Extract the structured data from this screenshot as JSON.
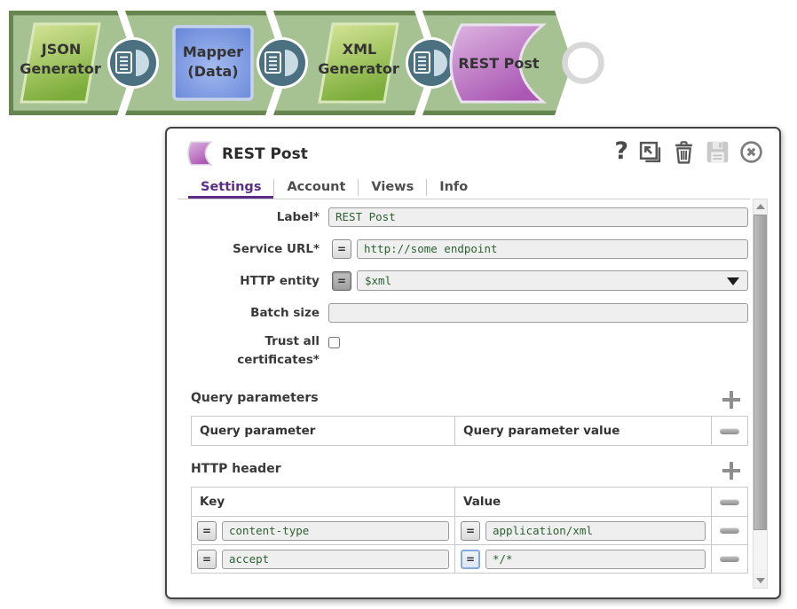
{
  "colors": {
    "accent_purple": "#5b2d84",
    "band_green": "#a6c192",
    "snap_green": "#7cad3a",
    "snap_blue": "#6080d5",
    "snap_purple": "#ab58b4",
    "input_text_green": "#2e6134"
  },
  "pipeline": {
    "snaps": [
      {
        "name": "JSON Generator",
        "line1": "JSON",
        "line2": "Generator"
      },
      {
        "name": "Mapper (Data)",
        "line1": "Mapper",
        "line2": "(Data)"
      },
      {
        "name": "XML Generator",
        "line1": "XML",
        "line2": "Generator"
      },
      {
        "name": "REST Post",
        "line1": "REST Post",
        "line2": ""
      }
    ]
  },
  "dialog": {
    "title": "REST Post",
    "toolbar": {
      "help_glyph": "?"
    },
    "tabs": [
      {
        "label": "Settings",
        "active": true
      },
      {
        "label": "Account",
        "active": false
      },
      {
        "label": "Views",
        "active": false
      },
      {
        "label": "Info",
        "active": false
      }
    ],
    "fields": {
      "label": {
        "label": "Label*",
        "value": "REST Post"
      },
      "service_url": {
        "label": "Service URL*",
        "toggle": "=",
        "value": "http://some endpoint"
      },
      "http_entity": {
        "label": "HTTP entity",
        "toggle": "=",
        "value": "$xml"
      },
      "batch_size": {
        "label": "Batch size",
        "value": ""
      },
      "trust": {
        "label_line1": "Trust all",
        "label_line2": "certificates*",
        "checked": false
      }
    },
    "query_parameters": {
      "heading": "Query parameters",
      "col1": "Query parameter",
      "col2": "Query parameter value"
    },
    "http_header": {
      "heading": "HTTP header",
      "col1": "Key",
      "col2": "Value",
      "rows": [
        {
          "key_toggle": "=",
          "key": "content-type",
          "value_toggle": "=",
          "value": "application/xml"
        },
        {
          "key_toggle": "=",
          "key": "accept",
          "value_toggle": "=",
          "value": "*/*"
        }
      ]
    }
  }
}
